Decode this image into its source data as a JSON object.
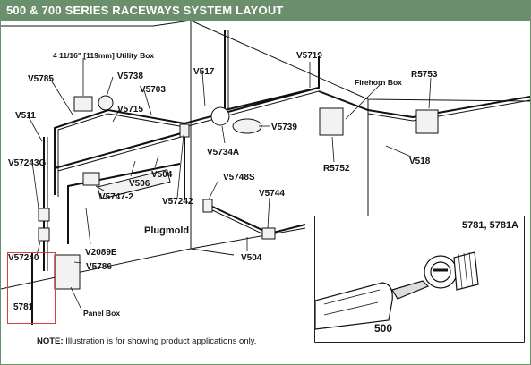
{
  "title": "500 & 700 SERIES RACEWAYS SYSTEM LAYOUT",
  "colors": {
    "header_bg": "#6b8f6a",
    "highlight": "#d9403a"
  },
  "labels": {
    "utility_box": "4 11/16\" [119mm] Utility Box",
    "v5785": "V5785",
    "v5738": "V5738",
    "v5703": "V5703",
    "v517": "V517",
    "v5719": "V5719",
    "firehorn_box": "Firehorn Box",
    "r5753": "R5753",
    "v511": "V511",
    "v5715": "V5715",
    "v57243g": "V57243G",
    "v5739": "V5739",
    "v5734a": "V5734A",
    "r5752": "R5752",
    "v518": "V518",
    "v504_top": "V504",
    "v506": "V506",
    "v5747_2": "V5747-2",
    "v57242": "V57242",
    "v5748s": "V5748S",
    "v5744": "V5744",
    "plugmold": "Plugmold",
    "v2089e": "V2089E",
    "v57240": "V57240",
    "v5786": "V5786",
    "v504_bottom": "V504",
    "panel_box": "Panel Box",
    "part_5781": "5781"
  },
  "inset": {
    "title": "5781, 5781A",
    "label": "500"
  },
  "note": {
    "prefix": "NOTE:",
    "text": " Illustration is for showing product applications only."
  }
}
